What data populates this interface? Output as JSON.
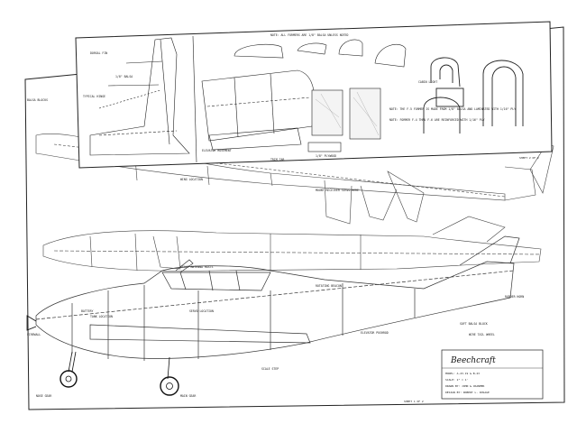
{
  "sheet1": {
    "brand": "Beechcraft",
    "model": "MODEL: A-23-19 & B-23",
    "scale": "SCALE: 2\" = 1'",
    "drawn": "DRAWN BY: JOHN & CRANMER",
    "design": "DESIGN BY: ROBERT L. ROSAGE",
    "sheet": "SHEET 1 OF 2"
  },
  "sheet2": {
    "sheet": "SHEET 2 OF 2"
  },
  "notes": {
    "dorsal_fin": "DORSAL FIN",
    "typical_hinge": "TYPICAL HINGE",
    "balsa_sheet": "1/8\" BALSA",
    "trim_tab": "TRIM TAB",
    "elevator_movement": "ELEVATOR MOVEMENT",
    "plywood": "1/8\" PLYWOOD",
    "note_formers": "NOTE: ALL FORMERS ARE 1/8\" BALSA UNLESS NOTED",
    "note_f5": "NOTE: THE F-5 FORMER IS MADE FROM 1/8\" BALSA AND LAMINATED WITH 1/16\" PLY",
    "note_f4": "NOTE: FORMER F-4 THRU F-6 ARE REINFORCED WITH 1/16\" PLY",
    "cabin_light": "CABIN LIGHT",
    "wing_location": "WING LOCATION",
    "scale_antenna": "SCALE ANTENNA MASTS",
    "rotating_beacon": "ROTATING BEACON",
    "servo_location": "SERVO LOCATION",
    "battery": "BATTERY",
    "tank_location": "TANK LOCATION",
    "firewall": "FIREWALL",
    "balsa_blocks": "BALSA BLOCKS",
    "mount_servo": "MOUNT RECEIVER SERVO HERE",
    "soft_balsa": "SOFT BALSA BLOCK",
    "tailwheel": "WIRE TAIL WHEEL",
    "nose_gear": "NOSE GEAR",
    "scale_step": "SCALE STEP",
    "main_gear": "MAIN GEAR",
    "elevator_pushrod": "ELEVATOR PUSHROD",
    "rudder_horn": "RUDDER HORN"
  }
}
